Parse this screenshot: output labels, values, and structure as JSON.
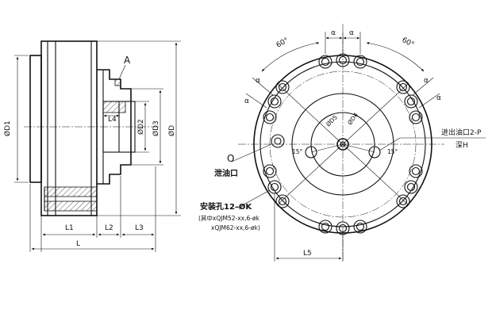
{
  "side_view": {
    "labels": {
      "d1": "ØD1",
      "d2": "ØD2",
      "d3": "ØD3",
      "d": "ØD",
      "a": "A",
      "l4": "L4",
      "l1": "L1",
      "l2": "L2",
      "l3": "L3",
      "l": "L"
    }
  },
  "front_view": {
    "labels": {
      "angle_left": "60°",
      "angle_right": "60°",
      "alpha": "α",
      "d5": "ØD5",
      "d4": "ØD4",
      "deg15": "15°",
      "l5": "L5",
      "o": "O"
    },
    "callouts": {
      "drain_port": "泄油口",
      "mount_holes": "安装孔12–ØK",
      "mount_note_1": "(其中xQJM52-xx,6-øk",
      "mount_note_2": "xQJM62-xx,6-øk)",
      "oil_port": "进出油口2-P",
      "depth": "深H"
    }
  }
}
